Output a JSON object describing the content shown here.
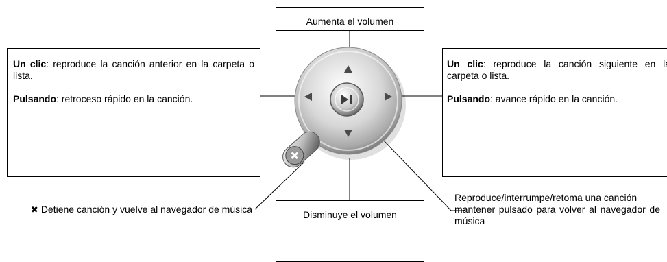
{
  "callouts": {
    "volume_up": "Aumenta el volumen",
    "volume_down": "Disminuye el volumen",
    "previous": {
      "single_click_label": "Un clic",
      "single_click_text": ": reproduce la canción anterior en la carpeta o lista.",
      "hold_label": "Pulsando",
      "hold_text": ": retroceso rápido en la canción."
    },
    "next": {
      "single_click_label": "Un clic",
      "single_click_text": ": reproduce la canción siguiente en la carpeta o lista.",
      "hold_label": "Pulsando",
      "hold_text": ": avance rápido en la canción."
    },
    "stop": {
      "icon": "x-mark-icon",
      "text": "Detiene canción y vuelve al navegador de música"
    },
    "play_pause": {
      "line1": "Reproduce/interrumpe/retoma una canción",
      "line2": "mantener pulsado para volver al navegador de música"
    }
  },
  "control": {
    "icons": [
      "up-arrow-icon",
      "down-arrow-icon",
      "left-arrow-icon",
      "right-arrow-icon",
      "play-pause-icon",
      "plus-icon"
    ],
    "colors": {
      "ring": "#bdbdbd",
      "ring_dark": "#6e6e6e",
      "arrow": "#4a4a4a"
    }
  }
}
